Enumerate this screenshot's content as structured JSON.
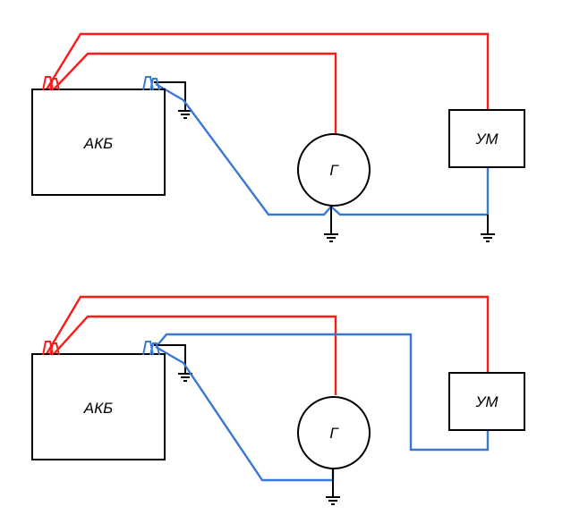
{
  "diagrams": [
    {
      "battery_label": "АКБ",
      "generator_label": "Г",
      "amplifier_label": "УМ"
    },
    {
      "battery_label": "АКБ",
      "generator_label": "Г",
      "amplifier_label": "УМ"
    }
  ],
  "colors": {
    "positive_wire": "#ff1a1a",
    "negative_wire": "#3a78d6",
    "outline": "#000000"
  }
}
